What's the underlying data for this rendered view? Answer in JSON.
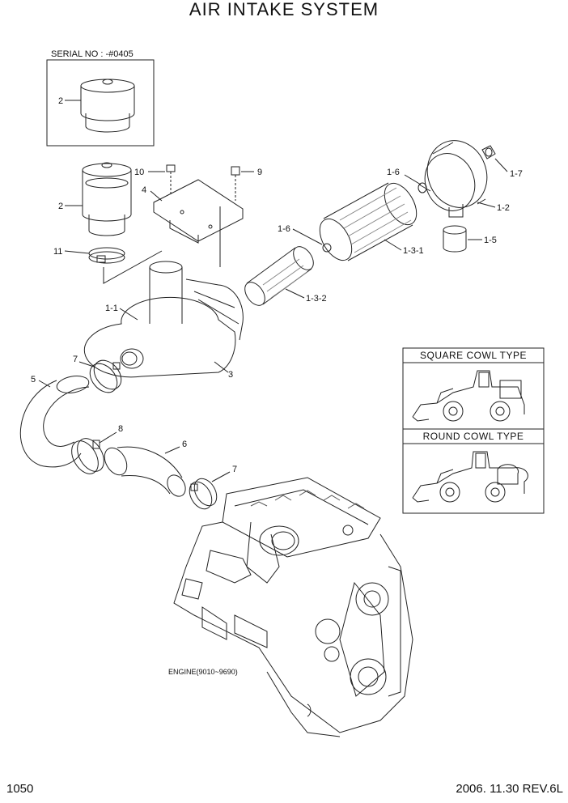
{
  "title": "AIR INTAKE SYSTEM",
  "serial_note": "SERIAL NO : -#0405",
  "page_number": "1050",
  "revision": "2006. 11.30  REV.6L",
  "engine_note": "ENGINE(9010~9690)",
  "cowl_types": [
    "SQUARE COWL TYPE",
    "ROUND COWL TYPE"
  ],
  "part_labels": {
    "p2a": "2",
    "p2b": "2",
    "p10": "10",
    "p9": "9",
    "p4": "4",
    "p11": "11",
    "p1_1": "1-1",
    "p3": "3",
    "p7a": "7",
    "p5": "5",
    "p8": "8",
    "p6": "6",
    "p7b": "7",
    "p1_6a": "1-6",
    "p1_6b": "1-6",
    "p1_7": "1-7",
    "p1_2": "1-2",
    "p1_5": "1-5",
    "p1_3_1": "1-3-1",
    "p1_3_2": "1-3-2"
  }
}
